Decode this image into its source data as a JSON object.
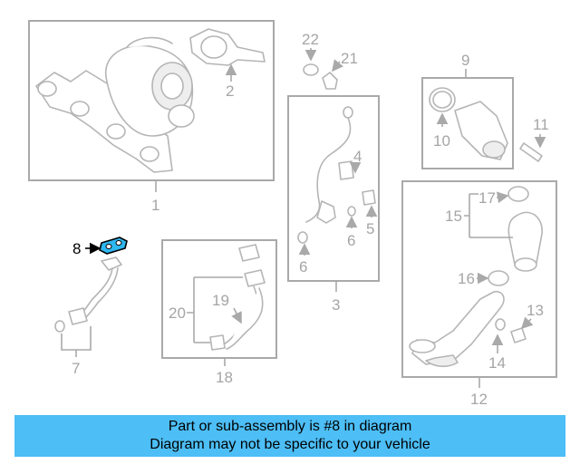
{
  "callouts": {
    "c1": "1",
    "c2": "2",
    "c3": "3",
    "c4": "4",
    "c5": "5",
    "c6a": "6",
    "c6b": "6",
    "c7": "7",
    "c8": "8",
    "c9": "9",
    "c10": "10",
    "c11": "11",
    "c12": "12",
    "c13": "13",
    "c14": "14",
    "c15": "15",
    "c16": "16",
    "c17": "17",
    "c18": "18",
    "c19": "19",
    "c20": "20",
    "c21": "21",
    "c22": "22"
  },
  "highlighted_part": "8",
  "banner": {
    "line1": "Part or sub-assembly is #8 in diagram",
    "line2": "Diagram may not be specific to your vehicle"
  },
  "colors": {
    "highlight": "#2fb7f0",
    "banner": "#4dbef6",
    "line": "#a9a9a9"
  }
}
